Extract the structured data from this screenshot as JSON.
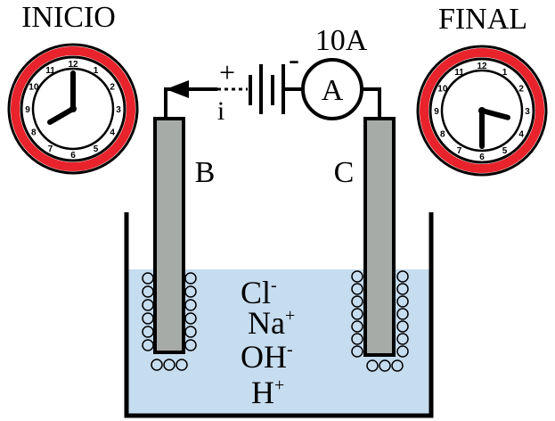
{
  "labels": {
    "start_clock": "INICIO",
    "end_clock": "FINAL",
    "current": "10A",
    "ammeter": "A",
    "battery_positive": "+",
    "battery_negative": "-",
    "current_symbol": "i",
    "electrode_left": "B",
    "electrode_right": "C"
  },
  "ions": [
    {
      "base": "Cl",
      "charge": "-"
    },
    {
      "base": "Na",
      "charge": "+"
    },
    {
      "base": "OH",
      "charge": "-"
    },
    {
      "base": "H",
      "charge": "+"
    }
  ],
  "clocks": {
    "start": {
      "hour": 8,
      "minute": 0
    },
    "end": {
      "hour": 3,
      "minute": 30
    }
  },
  "clock_numerals": [
    "12",
    "1",
    "2",
    "3",
    "4",
    "5",
    "6",
    "7",
    "8",
    "9",
    "10",
    "11"
  ],
  "colors": {
    "clock_ring": "#e8232c",
    "electrode": "#a7aba7",
    "solution": "#c6dcef",
    "line": "#000000"
  }
}
